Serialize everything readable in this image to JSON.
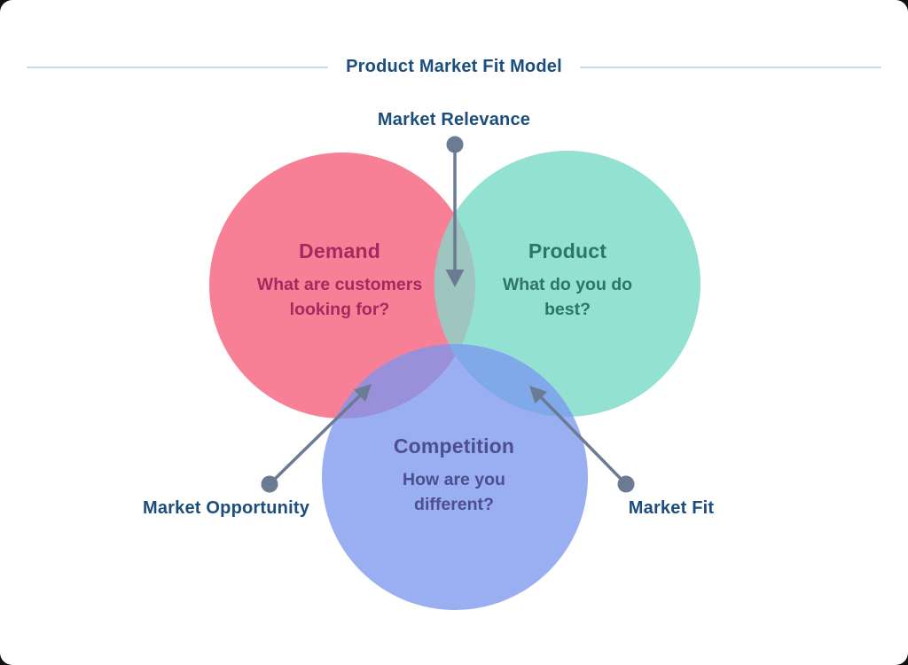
{
  "header": {
    "title": "Product Market Fit Model"
  },
  "venn": {
    "circles": [
      {
        "name": "Demand",
        "question": "What are customers looking for?"
      },
      {
        "name": "Product",
        "question": "What do you do best?"
      },
      {
        "name": "Competition",
        "question": "How are you different?"
      }
    ]
  },
  "annotations": {
    "top": {
      "label": "Market Relevance",
      "points_to": "demand-product overlap"
    },
    "bottom_left": {
      "label": "Market Opportunity",
      "points_to": "demand-competition overlap"
    },
    "bottom_right": {
      "label": "Market Fit",
      "points_to": "product-competition overlap"
    }
  },
  "colors": {
    "demand_fill": "#F88096",
    "product_fill": "#93E1D3",
    "competition_fill": "#99AFF2",
    "demand_product_overlap": "#9FC5C0",
    "demand_competition_overlap": "#9A90DA",
    "product_competition_overlap": "#80A9EA",
    "demand_text": "#A12B5E",
    "product_text": "#2E7568",
    "competition_text": "#4C4E8E",
    "label_text": "#1C4E7D",
    "arrow": "#6A7B93",
    "divider": "#C9DAEC"
  }
}
